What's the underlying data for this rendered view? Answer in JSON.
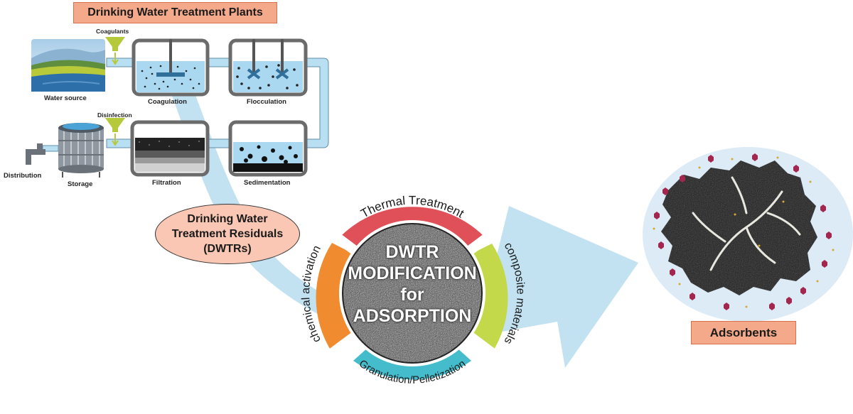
{
  "title": "Drinking Water Treatment Plants",
  "plant": {
    "coagulants": "Coagulants",
    "disinfection": "Disinfection",
    "water_source": "Water source",
    "coagulation": "Coagulation",
    "flocculation": "Flocculation",
    "sedimentation": "Sedimentation",
    "filtration": "Filtration",
    "storage": "Storage",
    "distribution": "Distribution"
  },
  "residuals": {
    "line1": "Drinking Water",
    "line2": "Treatment Residuals",
    "line3": "(DWTRs)"
  },
  "modification": {
    "line1": "DWTR",
    "line2": "MODIFICATION",
    "line3": "for",
    "line4": "ADSORPTION",
    "segments": {
      "top": "Thermal Treatment",
      "right": "composite materials",
      "bottom": "Granulation/Pelletization",
      "left": "chemical activation"
    }
  },
  "adsorbents": "Adsorbents",
  "colors": {
    "title_box": "#f4a98a",
    "pipe": "#b9dff3",
    "arrow": "#bfe0f1",
    "thermal": "#e05058",
    "composite": "#c3d94a",
    "granulation": "#45bccb",
    "chemical": "#f08b2f",
    "funnel": "#b6c93a",
    "adsorbent_dots": "#a3264f"
  }
}
